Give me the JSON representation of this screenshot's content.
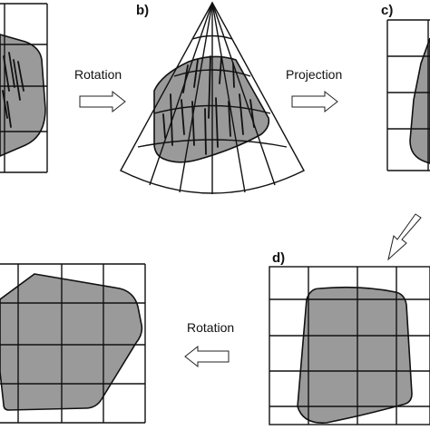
{
  "labels": {
    "panel_b": "b)",
    "panel_c": "c)",
    "panel_d": "d)",
    "arrow_top_left": "Rotation",
    "arrow_top_right": "Projection",
    "arrow_bottom": "Rotation"
  },
  "colors": {
    "shape_fill": "#9a9a9a",
    "line": "#111111",
    "arrow_fill": "#ffffff"
  },
  "icons": [
    "right-arrow-icon",
    "right-arrow-icon",
    "down-left-arrow-icon",
    "left-arrow-icon"
  ]
}
